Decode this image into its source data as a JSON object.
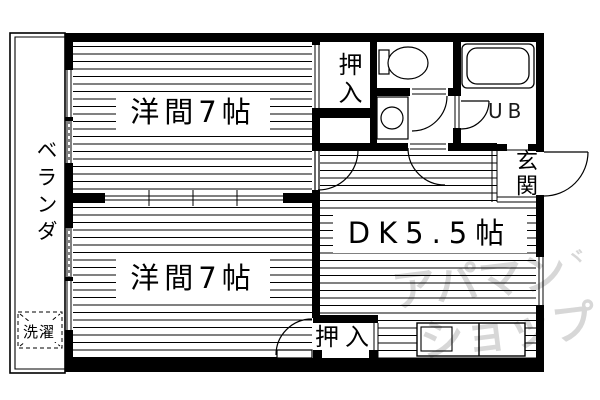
{
  "labels": {
    "veranda": "ベランダ",
    "room_top": "洋間7帖",
    "room_bottom": "洋間7帖",
    "dk": "DK5.5帖",
    "closet_top": "押入",
    "closet_bottom": "押入",
    "genkan": "玄関",
    "unit_bath": "UB",
    "laundry": "洗濯"
  },
  "watermark": {
    "line1": "アパマン",
    "line2": "ショップ",
    "mark": "ヾ",
    "color": "#d7d7d7"
  },
  "colors": {
    "wall": "#000000",
    "background": "#ffffff",
    "stripe": "#000000"
  }
}
